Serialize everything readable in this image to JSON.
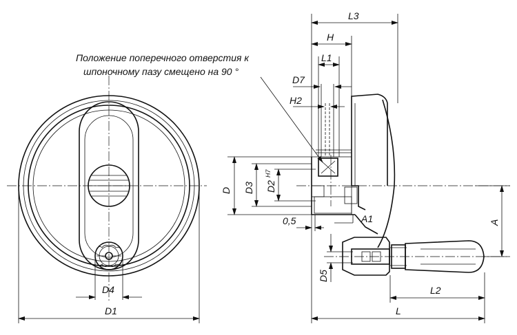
{
  "note": {
    "line1": "Положение поперечного отверстия к",
    "line2": "шпоночному пазу смещено на  90 °"
  },
  "dimensions": {
    "L3": "L3",
    "H": "H",
    "L1": "L1",
    "D7": "D7",
    "H2": "H2",
    "D": "D",
    "D3": "D3",
    "D2": "D2",
    "D2_tol": "H7",
    "A": "A",
    "A1": "A1",
    "gap": "0,5",
    "D5": "D5",
    "L2": "L2",
    "L": "L",
    "D4": "D4",
    "D1": "D1"
  }
}
